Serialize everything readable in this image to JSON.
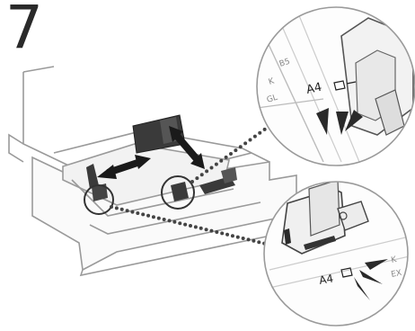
{
  "step_number": "7",
  "zoom_top": {
    "labels": [
      "B5",
      "K",
      "GL",
      "A4"
    ]
  },
  "zoom_bottom": {
    "labels": [
      "A4",
      "K",
      "EX"
    ]
  },
  "colors": {
    "outline": "#9a9a9a",
    "guide_dark": "#3a3a3a",
    "arrow": "#1a1a1a",
    "dots": "#444444"
  }
}
